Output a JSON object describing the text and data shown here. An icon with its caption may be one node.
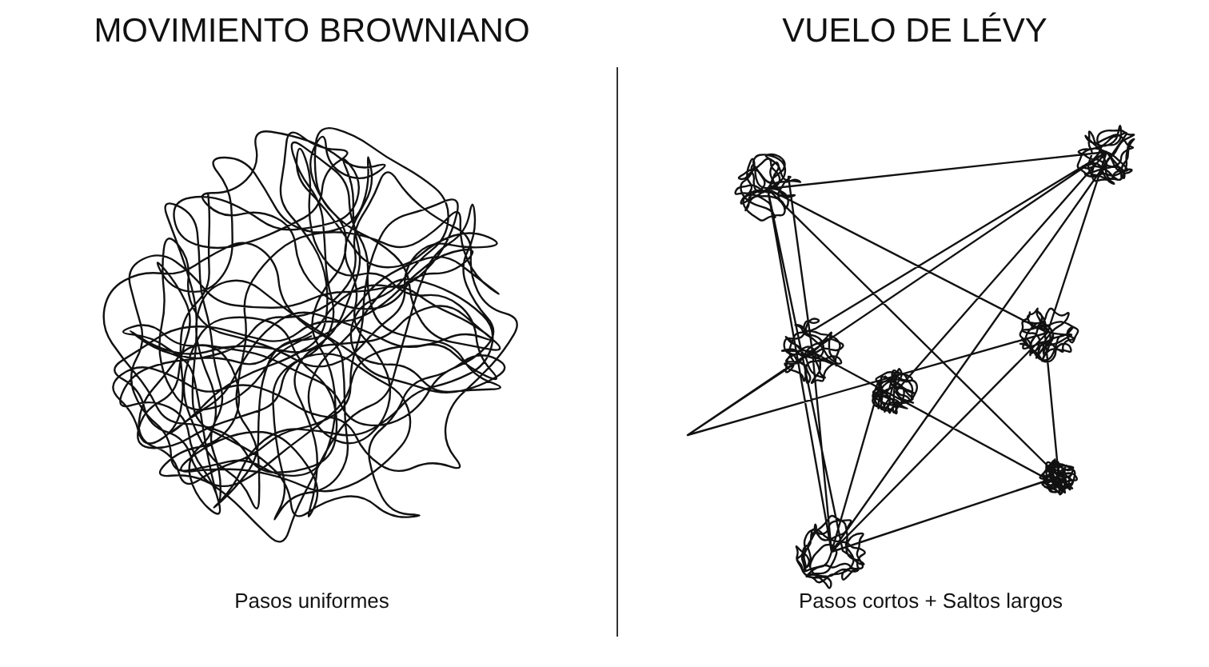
{
  "diagram": {
    "labels": [
      "MOVIMIENTO BROWNIANO",
      "VUELO DE LÉVY",
      "Pasos uniformes",
      "Pasos cortos + Saltos largos"
    ]
  }
}
